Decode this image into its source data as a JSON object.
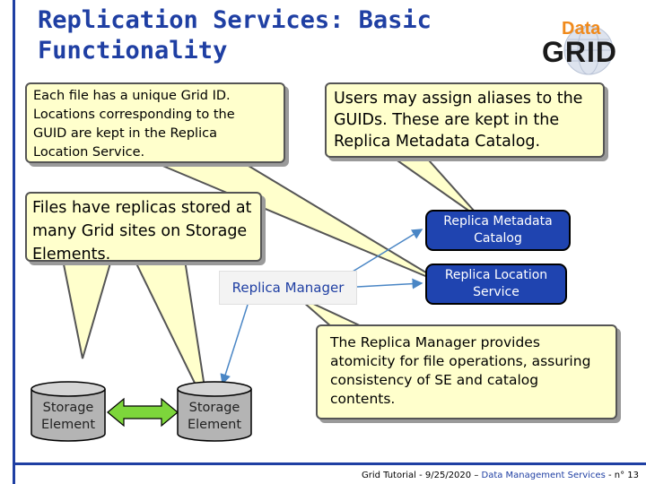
{
  "title": {
    "line1": "Replication Services: Basic",
    "line2": "Functionality"
  },
  "logo": {
    "word_top": "Data",
    "word_bottom": "GRID"
  },
  "callouts": {
    "guid": [
      "Each file has a unique Grid ID.",
      "Locations corresponding to the",
      "GUID are kept in the Replica",
      "Location Service."
    ],
    "aliases": [
      "Users may assign aliases to the",
      "GUIDs. These are kept in the",
      "Replica Metadata Catalog."
    ],
    "replicas": [
      "Files have replicas stored at",
      "many Grid sites on Storage",
      "Elements."
    ],
    "replica_manager": [
      "The Replica Manager provides",
      "atomicity for file operations, assuring",
      "consistency of SE and catalog",
      "contents."
    ]
  },
  "services": {
    "metadata_catalog": [
      "Replica Metadata",
      "Catalog"
    ],
    "location_service": [
      "Replica Location",
      "Service"
    ]
  },
  "replica_manager_label": "Replica Manager",
  "storage_elements": [
    {
      "line1": "Storage",
      "line2": "Element"
    },
    {
      "line1": "Storage",
      "line2": "Element"
    }
  ],
  "footer": {
    "part1": "Grid Tutorial  - 9/25/2020 – ",
    "part2": "Data Management Services",
    "part3": " - n° 13"
  },
  "colors": {
    "accent_blue": "#1f3fa3",
    "service_blue": "#1f44b0",
    "callout_yellow": "#ffffcc",
    "transfer_arrow_green": "#7dd63b",
    "logo_orange": "#f08a1c"
  }
}
